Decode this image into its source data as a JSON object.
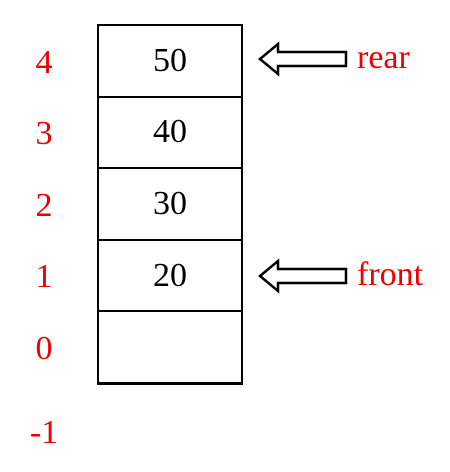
{
  "indices": [
    "4",
    "3",
    "2",
    "1",
    "0",
    "-1"
  ],
  "cells": [
    "50",
    "40",
    "30",
    "20",
    ""
  ],
  "pointers": {
    "rear": {
      "label": "rear",
      "index": "4"
    },
    "front": {
      "label": "front",
      "index": "1"
    }
  },
  "colors": {
    "index_text": "#ee0000",
    "pointer_text": "#ee0000",
    "cell_text": "#000000",
    "border": "#000000"
  }
}
